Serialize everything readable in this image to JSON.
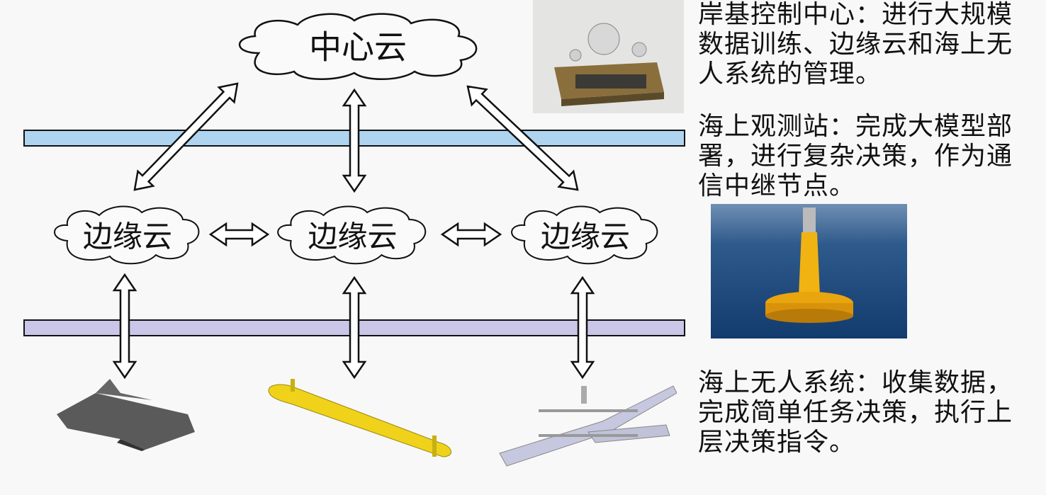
{
  "colors": {
    "upper_layer": "#aed4f0",
    "lower_layer": "#cac6e8",
    "stroke": "#111111"
  },
  "center_cloud": {
    "label": "中心云"
  },
  "edge_clouds": [
    {
      "label": "边缘云"
    },
    {
      "label": "边缘云"
    },
    {
      "label": "边缘云"
    }
  ],
  "descriptions": [
    {
      "text": "岸基控制中心：进行大规模数据训练、边缘云和海上无人系统的管理。"
    },
    {
      "text": "海上观测站：完成大模型部署，进行复杂决策，作为通信中继节点。"
    },
    {
      "text": "海上无人系统：收集数据，完成简单任务决策，执行上层决策指令。"
    }
  ],
  "images": [
    {
      "icon": "shore-control-center-image"
    },
    {
      "icon": "ocean-observation-buoy-image"
    },
    {
      "icon": "unmanned-surface-vessel-image"
    },
    {
      "icon": "underwater-vehicle-image"
    },
    {
      "icon": "uav-image"
    }
  ]
}
